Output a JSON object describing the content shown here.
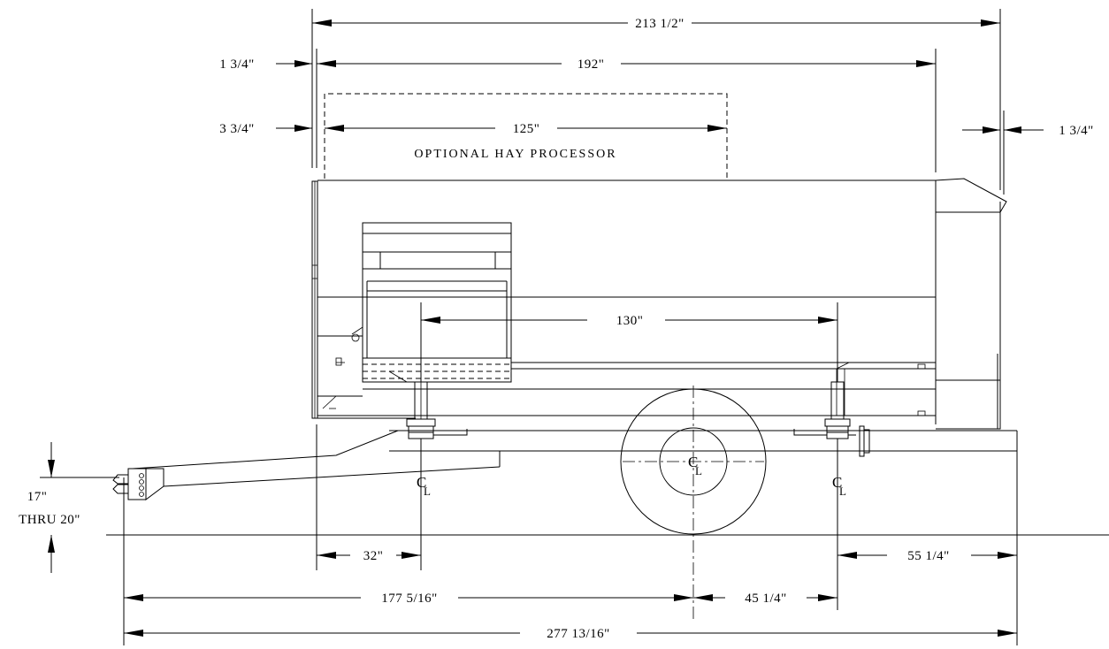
{
  "dimensions": {
    "overall_body_length": "213 1/2\"",
    "body_front_offset": "1 3/4\"",
    "body_length": "192\"",
    "processor_front_offset": "3 3/4\"",
    "processor_length": "125\"",
    "rear_offset": "1 3/4\"",
    "axle_spacing": "130\"",
    "hitch_height_top": "17\"",
    "hitch_height_bottom": "THRU 20\"",
    "front_to_front_axle": "32\"",
    "rear_overhang": "55 1/4\"",
    "hitch_to_wheel_center": "177 5/16\"",
    "wheel_to_rear_axle": "45 1/4\"",
    "overall_length": "277 13/16\""
  },
  "labels": {
    "optional_processor": "OPTIONAL HAY PROCESSOR",
    "centerline_c": "C",
    "centerline_l": "L"
  }
}
